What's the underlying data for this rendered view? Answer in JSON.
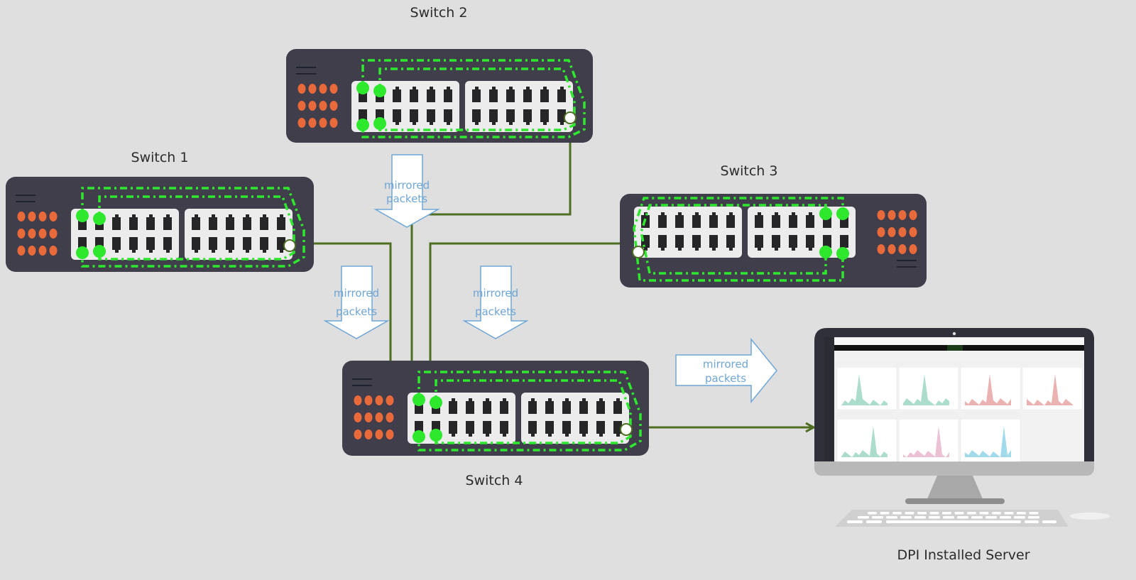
{
  "diagram": {
    "title": "Port mirroring to DPI server",
    "switches": [
      {
        "id": "switch2",
        "label": "Switch 2"
      },
      {
        "id": "switch1",
        "label": "Switch 1"
      },
      {
        "id": "switch3",
        "label": "Switch 3"
      },
      {
        "id": "switch4",
        "label": "Switch 4"
      }
    ],
    "arrows": [
      {
        "id": "arrow-top",
        "line1": "mirrored",
        "line2": "packets"
      },
      {
        "id": "arrow-left",
        "line1": "mirrored",
        "line2": "packets"
      },
      {
        "id": "arrow-mid",
        "line1": "mirrored",
        "line2": "packets"
      },
      {
        "id": "arrow-right",
        "line1": "mirrored",
        "line2": "packets"
      }
    ],
    "server": {
      "label": "DPI Installed Server"
    },
    "colors": {
      "background": "#dfdfdf",
      "switch_body": "#3f3e4a",
      "port_panel": "#ececec",
      "port": "#262629",
      "led": "#e8693a",
      "mirror_path": "#2ee82e",
      "link": "#4e6e22",
      "arrow_outline": "#6fa6d6"
    }
  }
}
